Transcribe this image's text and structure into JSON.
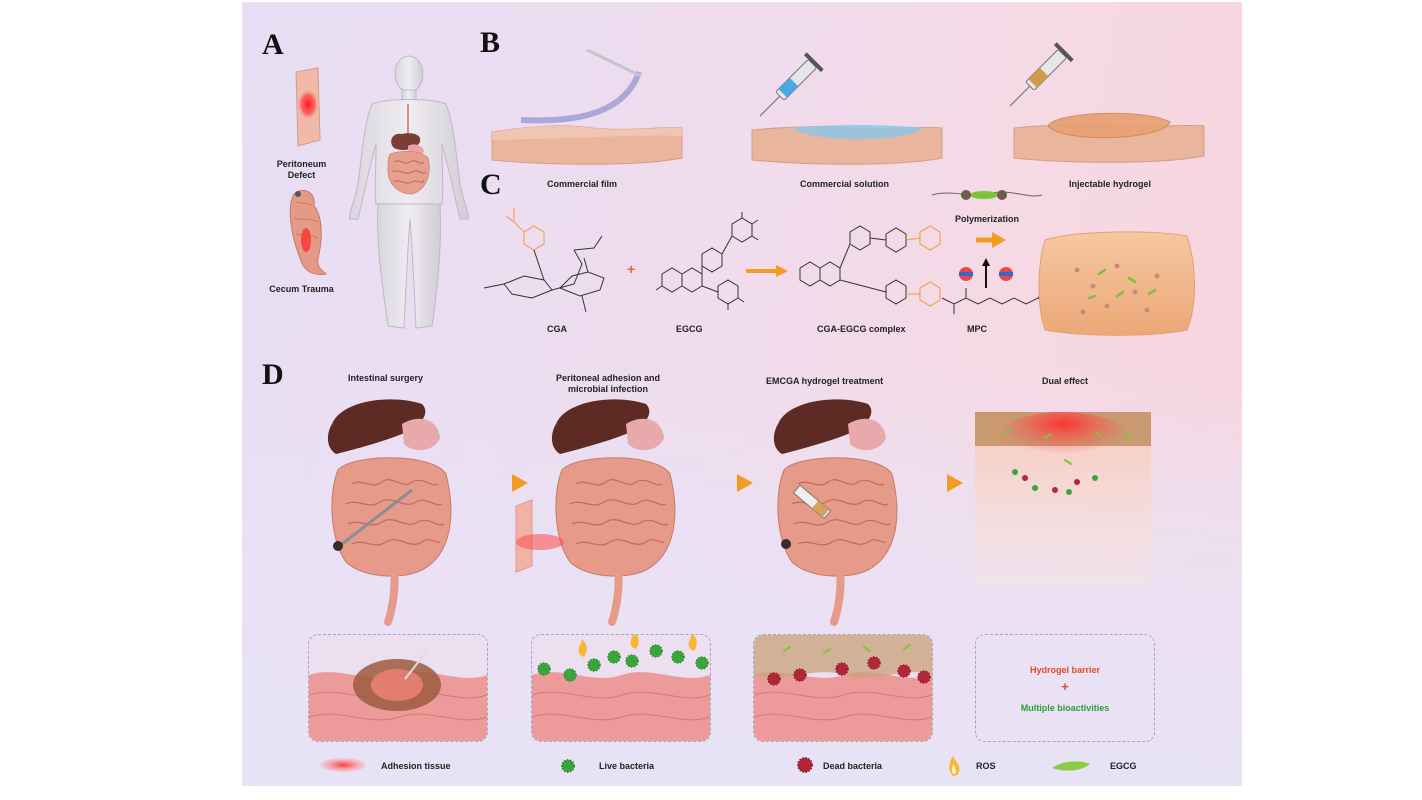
{
  "panels": {
    "a": "A",
    "b": "B",
    "c": "C",
    "d": "D"
  },
  "panel_a": {
    "peritoneum_label": "Peritoneum Defect",
    "cecum_label": "Cecum Trauma"
  },
  "panel_b": {
    "film_label": "Commercial film",
    "solution_label": "Commercial solution",
    "hydrogel_label": "Injectable hydrogel"
  },
  "panel_c": {
    "cga_label": "CGA",
    "plus": "+",
    "egcg_label": "EGCG",
    "complex_label": "CGA-EGCG complex",
    "polymerization_label": "Polymerization",
    "mpc_label": "MPC"
  },
  "panel_d": {
    "stage1": "Intestinal surgery",
    "stage2_line1": "Peritoneal adhesion and",
    "stage2_line2": "microbial infection",
    "stage3": "EMCGA hydrogel treatment",
    "stage4": "Dual effect",
    "barrier_label": "Hydrogel barrier",
    "plus": "+",
    "bio_label": "Multiple bioactivities"
  },
  "legend": [
    {
      "icon": "adhesion-tissue-icon",
      "label": "Adhesion tissue"
    },
    {
      "icon": "live-bacteria-icon",
      "label": "Live bacteria"
    },
    {
      "icon": "dead-bacteria-icon",
      "label": "Dead bacteria"
    },
    {
      "icon": "ros-flame-icon",
      "label": "ROS"
    },
    {
      "icon": "egcg-leaf-icon",
      "label": "EGCG"
    }
  ],
  "colors": {
    "arrow_orange": "#f59a23",
    "hydrogel_barrier_text": "#e4492a",
    "bioactivities_text": "#2f9a3a",
    "live_bacteria": "#3aa53a",
    "dead_bacteria": "#b3263a",
    "molecule_orange": "#f2a65a"
  }
}
